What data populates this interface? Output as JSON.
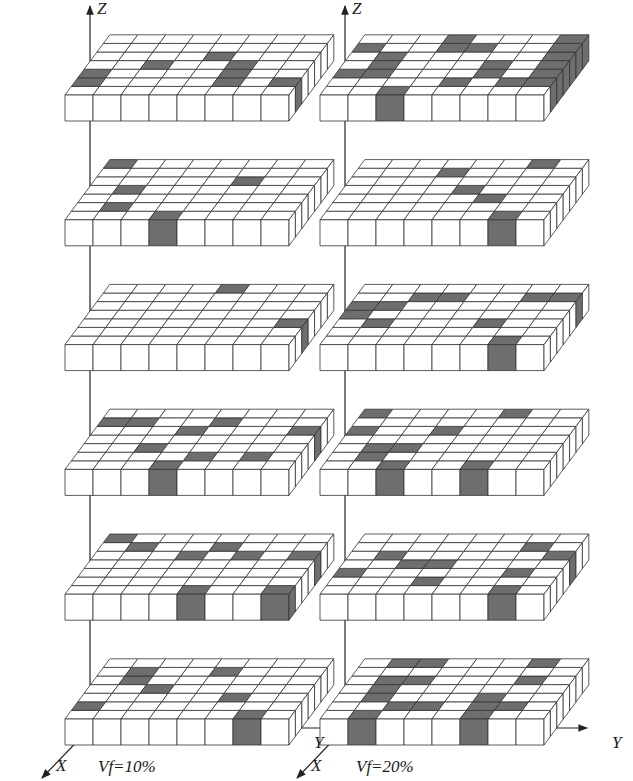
{
  "diagram": {
    "labels": [
      "Z",
      "Z",
      "Y",
      "Y",
      "X",
      "X",
      "Vf=10%",
      "Vf=20%"
    ]
  }
}
